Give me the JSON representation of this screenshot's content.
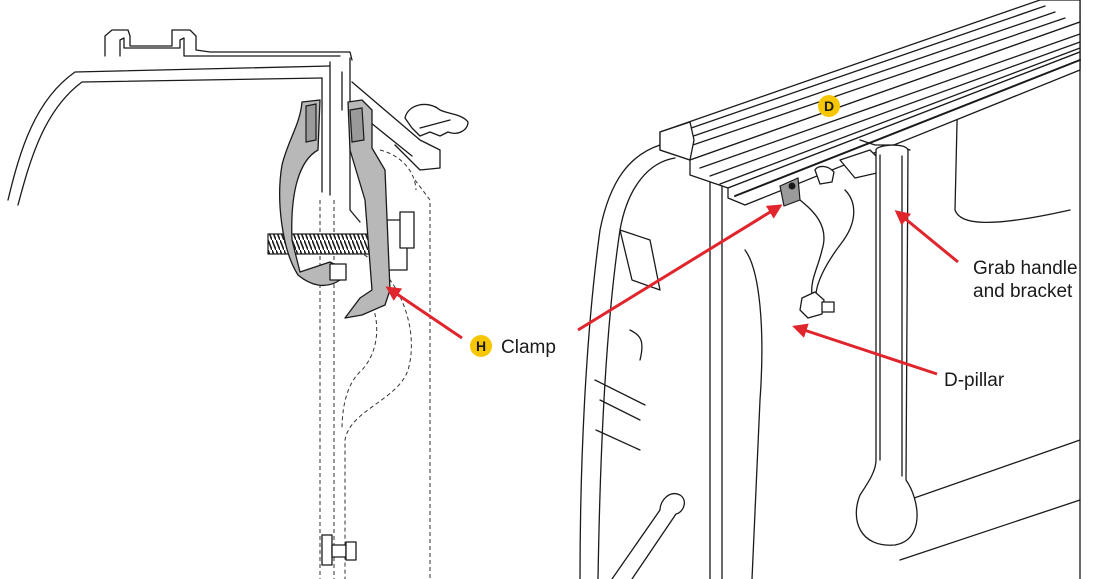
{
  "labels": {
    "clamp": "Clamp",
    "dpillar": "D-pillar",
    "grab_line1": "Grab handle",
    "grab_line2": "and bracket"
  },
  "badges": {
    "h": "H",
    "d": "D"
  },
  "colors": {
    "badge_fill": "#f6c700",
    "arrow": "#e0252c",
    "line": "#1a1a1a",
    "clamp_fill": "#b8b8b8"
  }
}
